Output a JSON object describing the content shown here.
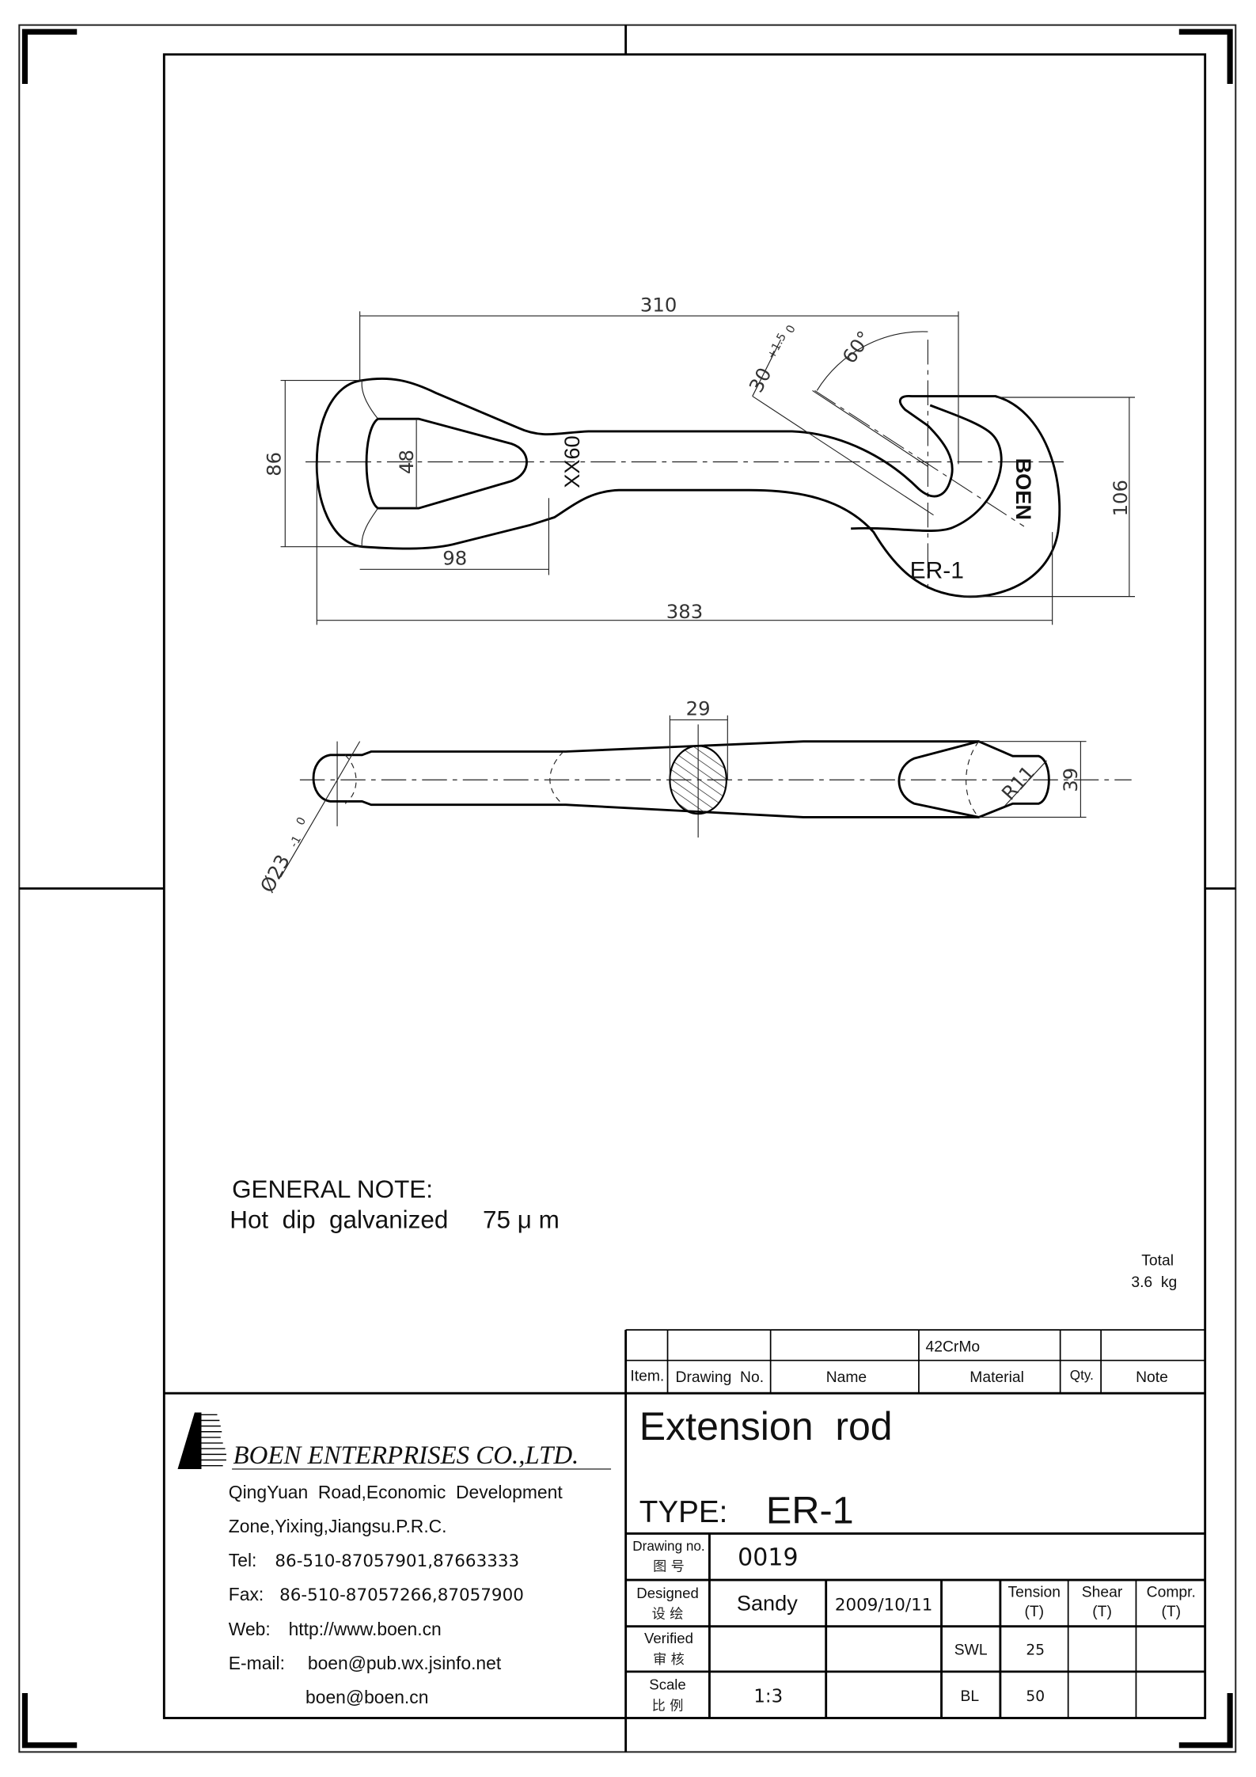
{
  "drawing": {
    "front_view": {
      "dim_length_hook": "310",
      "dim_overall_length": "383",
      "dim_eye_height": "86",
      "dim_eye_inner": "48",
      "dim_eye_length": "98",
      "dim_hook_height": "106",
      "dim_angle": "60°",
      "dim_throat": "30",
      "dim_throat_tol": "+1.5",
      "dim_throat_tol_lower": "0",
      "marking_size": "XX60",
      "marking_brand": "BOEN",
      "marking_type": "ER-1"
    },
    "side_view": {
      "dim_section": "29",
      "dim_head": "39",
      "dim_radius": "R11",
      "dim_diameter": "Ø23",
      "dim_diameter_tol": "-1",
      "dim_diameter_tol_upper": "0"
    }
  },
  "notes": {
    "title": "GENERAL  NOTE:",
    "text": "Hot  dip  galvanized     75 μ m"
  },
  "weight": {
    "label": "Total",
    "value": "3.6  kg"
  },
  "parts_list": {
    "material_value": "42CrMo",
    "headers": [
      "Item.",
      "Drawing  No.",
      "Name",
      "Material",
      "Qty.",
      "Note"
    ]
  },
  "company": {
    "name": "BOEN ENTERPRISES CO.,LTD.",
    "address_1": "QingYuan  Road,Economic  Development",
    "address_2": "Zone,Yixing,Jiangsu.P.R.C.",
    "tel_label": "Tel:",
    "tel": "86-510-87057901,87663333",
    "fax_label": "Fax:",
    "fax": "86-510-87057266,87057900",
    "web_label": "Web:",
    "web": "http://www.boen.cn",
    "email_label": "E-mail:",
    "email_1": "boen@pub.wx.jsinfo.net",
    "email_2": "boen@boen.cn"
  },
  "title_block": {
    "title": "Extension  rod",
    "type_label": "TYPE:",
    "type_value": "ER-1",
    "drawing_no_label": "Drawing no.",
    "drawing_no_label_cn": "图 号",
    "drawing_no": "0019",
    "designed_label": "Designed",
    "designed_label_cn": "设 绘",
    "designer": "Sandy",
    "date": "2009/10/11",
    "verified_label": "Verified",
    "verified_label_cn": "审 核",
    "scale_label": "Scale",
    "scale_label_cn": "比 例",
    "scale": "1:3",
    "col_tension": "Tension",
    "col_shear": "Shear",
    "col_compr": "Compr.",
    "unit": "(T)",
    "swl_label": "SWL",
    "swl_tension": "25",
    "bl_label": "BL",
    "bl_tension": "50"
  }
}
